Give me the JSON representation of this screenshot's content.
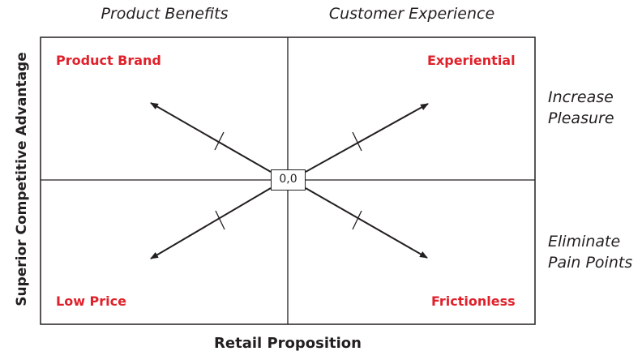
{
  "headers": {
    "left": "Product Benefits",
    "right": "Customer Experience"
  },
  "side_labels": {
    "top_line1": "Increase",
    "top_line2": "Pleasure",
    "bottom_line1": "Eliminate",
    "bottom_line2": "Pain Points"
  },
  "quadrants": {
    "top_left": "Product Brand",
    "top_right": "Experiential",
    "bottom_left": "Low Price",
    "bottom_right": "Frictionless"
  },
  "axes": {
    "y_title": "Superior Competitive Advantage",
    "x_title": "Retail Proposition"
  },
  "origin_label": "0,0",
  "colors": {
    "quadrant_label": "#e0202a",
    "line": "#231f20"
  }
}
